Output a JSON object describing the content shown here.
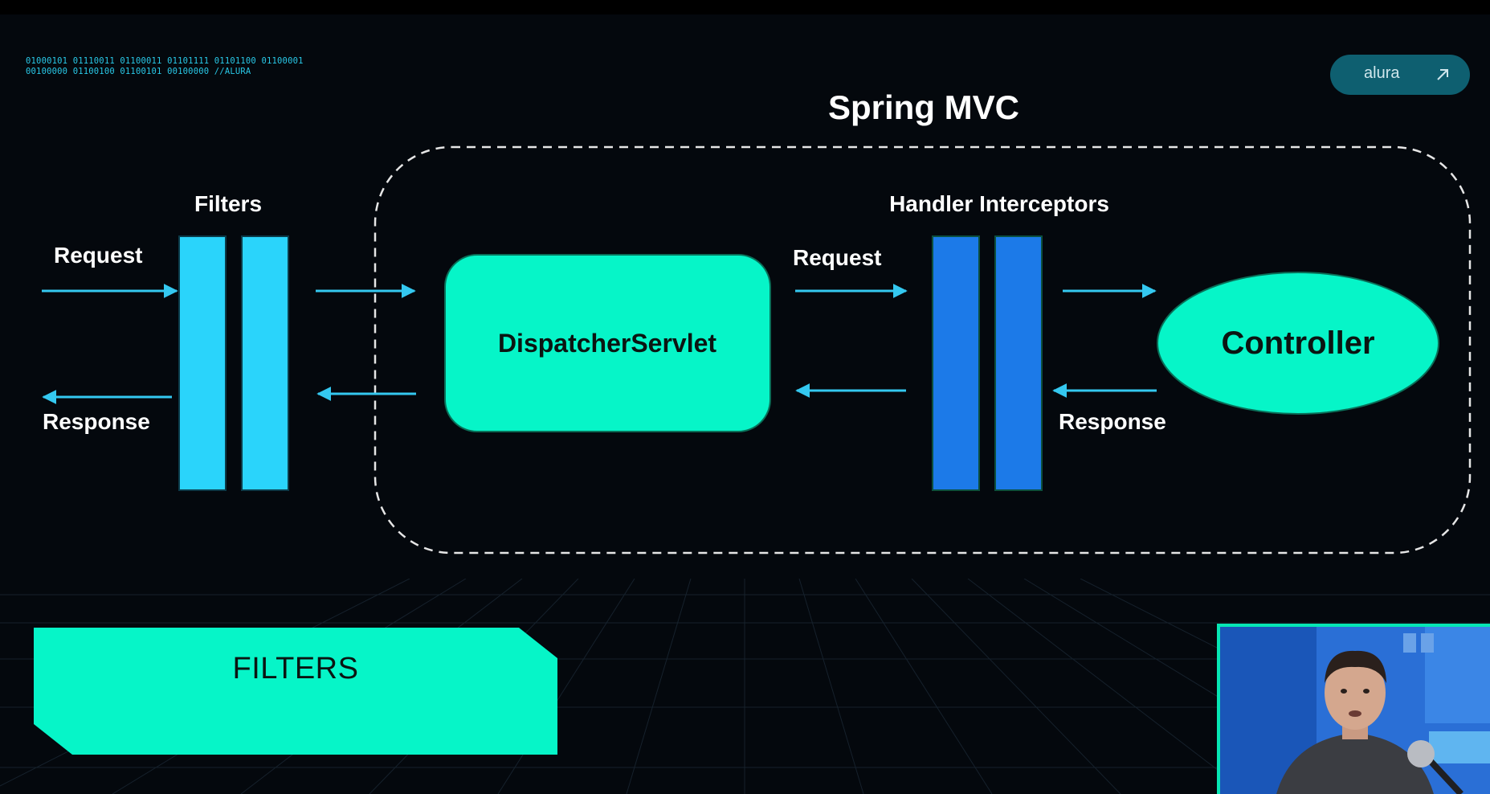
{
  "header": {
    "binary_lines": [
      "01000101 01110011 01100011 01101111 01101100 01100001",
      "00100000 01100100 01100101 00100000 //ALURA"
    ],
    "brand_label": "alura",
    "brand_icon": "arrow-up-right-icon"
  },
  "diagram": {
    "title": "Spring MVC",
    "filters_label": "Filters",
    "interceptors_label": "Handler Interceptors",
    "request_label_left": "Request",
    "response_label_left": "Response",
    "request_label_mid": "Request",
    "response_label_right": "Response",
    "dispatcher_label": "DispatcherServlet",
    "controller_label": "Controller"
  },
  "section": {
    "label": "FILTERS"
  },
  "colors": {
    "background": "#04080d",
    "accent_teal": "#06f5c8",
    "filter_bar": "#2ad4fb",
    "interceptor_bar": "#1c7ae8",
    "arrow": "#34c8f0",
    "brand_pill": "#0e5f70"
  }
}
